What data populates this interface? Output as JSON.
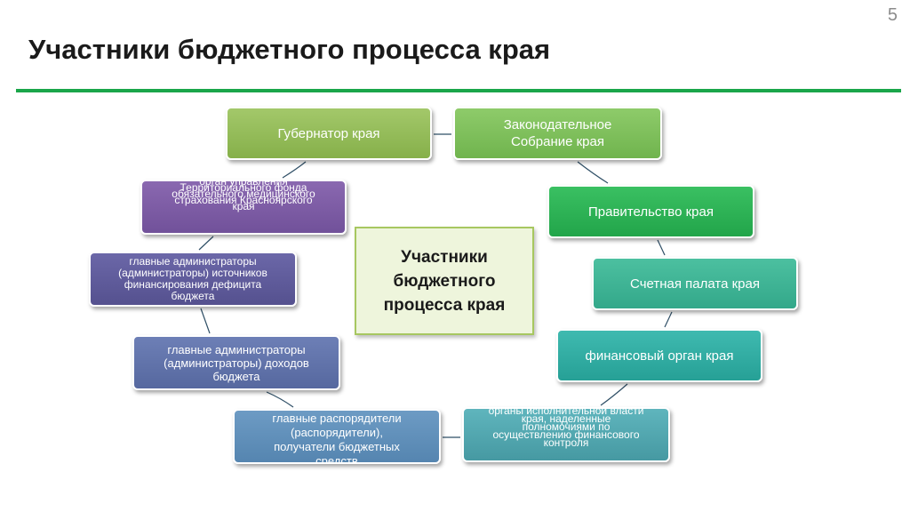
{
  "slide": {
    "number": "5",
    "title": "Участники бюджетного процесса края"
  },
  "center": {
    "line1": "Участники",
    "line2": "бюджетного",
    "line3": "процесса края"
  },
  "nodes": {
    "governor": "Губернатор края",
    "legislative_line1": "Законодательное",
    "legislative_line2": "Собрание края",
    "government": "Правительство края",
    "audit_chamber": "Счетная палата края",
    "finance_body": "финансовый орган края",
    "exec_bodies_line1": "органы исполнительной власти",
    "exec_bodies_line2": "края, наделенные",
    "exec_bodies_line3": "полномочиями по",
    "exec_bodies_line4": "осуществлению финансового",
    "exec_bodies_line5": "контроля",
    "recipients_line1": "главные распорядители",
    "recipients_line2": "(распорядители),",
    "recipients_line3": "получатели бюджетных",
    "recipients_line4": "средств",
    "revenue_admins_line1": "главные администраторы",
    "revenue_admins_line2": "(администраторы) доходов",
    "revenue_admins_line3": "бюджета",
    "deficit_admins_line1": "главные администраторы",
    "deficit_admins_line2": "(администраторы) источников",
    "deficit_admins_line3": "финансирования дефицита",
    "deficit_admins_line4": "бюджета",
    "fund_line1": "орган управления",
    "fund_line2": "Территориального фонда",
    "fund_line3": "обязательного медицинского",
    "fund_line4": "страхования Красноярского",
    "fund_line5": "края"
  },
  "colors": {
    "rule": "#1aa64a",
    "connector": "#2f4f66"
  }
}
